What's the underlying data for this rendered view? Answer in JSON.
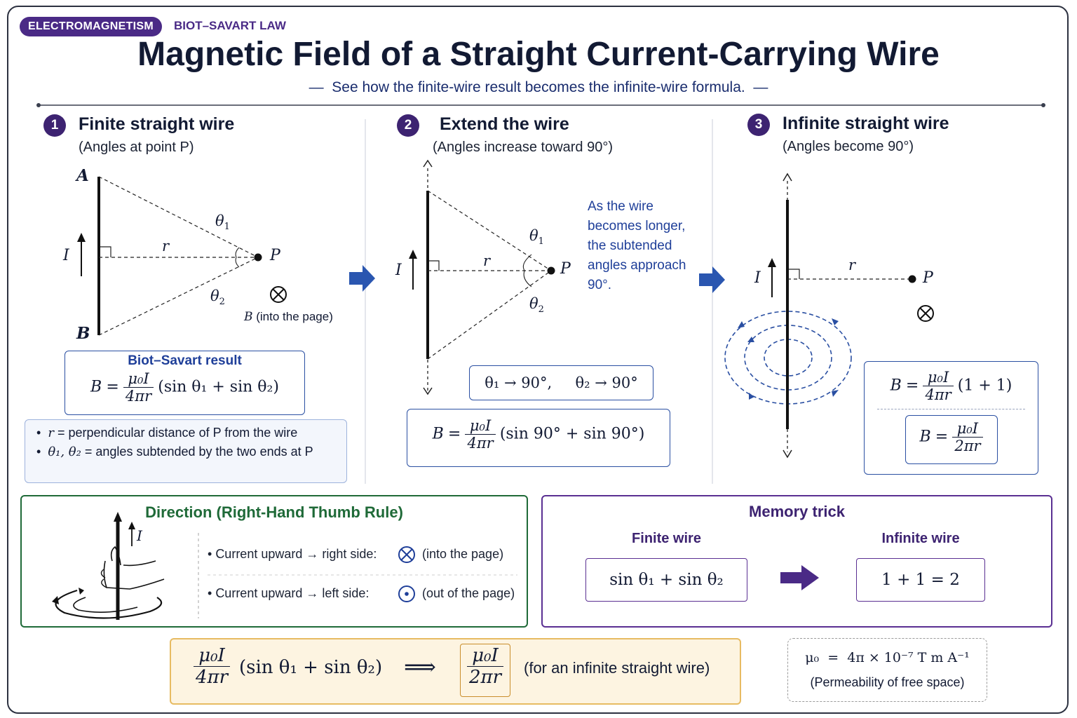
{
  "header": {
    "tag": "ELECTROMAGNETISM",
    "subtag": "BIOT–SAVART LAW",
    "title": "Magnetic Field of a Straight Current-Carrying Wire",
    "subtitle": "See how the finite-wire result becomes the infinite-wire formula."
  },
  "step1": {
    "number": "1",
    "heading": "Finite straight wire",
    "subheading": "(Angles at point P)",
    "label_A": "A",
    "label_B": "B",
    "label_I": "I",
    "label_r": "r",
    "label_P": "P",
    "label_theta1": "θ",
    "label_theta2": "θ",
    "sub1": "1",
    "sub2": "2",
    "b_label": "B",
    "b_note": " (into the page)",
    "result_title": "Biot–Savart result",
    "formula_B": "B",
    "formula_eq": "=",
    "formula_num": "μ₀I",
    "formula_den": "4πr",
    "formula_paren": "(sin θ₁ + sin θ₂)",
    "note1_var": "r",
    "note1_text": "= perpendicular distance of P from the wire",
    "note2_var": "θ₁, θ₂",
    "note2_text": "= angles subtended by the two ends at P"
  },
  "step2": {
    "number": "2",
    "heading": "Extend the wire",
    "subheading": "(Angles increase toward 90°)",
    "label_I": "I",
    "label_r": "r",
    "label_P": "P",
    "note": "As the wire becomes longer, the subtended angles approach 90°.",
    "limit_text": "θ₁ → 90°,     θ₂ → 90°",
    "formula_B": "B",
    "formula_eq": "=",
    "formula_num": "μ₀I",
    "formula_den": "4πr",
    "formula_paren": "(sin 90° + sin 90°)"
  },
  "step3": {
    "number": "3",
    "heading": "Infinite straight wire",
    "subheading": "(Angles become 90°)",
    "label_I": "I",
    "label_r": "r",
    "label_P": "P",
    "formula1_B": "B",
    "formula1_eq": "=",
    "formula1_num": "μ₀I",
    "formula1_den": "4πr",
    "formula1_paren": "(1 + 1)",
    "formula2_B": "B",
    "formula2_eq": "=",
    "formula2_num": "μ₀I",
    "formula2_den": "2πr"
  },
  "direction": {
    "title": "Direction (Right-Hand Thumb Rule)",
    "label_I": "I",
    "rule1_a": "Current upward",
    "rule1_b": "right side:",
    "rule1_c": "(into the page)",
    "rule2_a": "Current upward",
    "rule2_b": "left side:",
    "rule2_c": "(out of the page)"
  },
  "memory": {
    "title": "Memory trick",
    "finite_label": "Finite wire",
    "infinite_label": "Infinite wire",
    "finite_expr": "sin θ₁ + sin θ₂",
    "infinite_expr": "1 + 1 = 2"
  },
  "summary": {
    "num1": "μ₀I",
    "den1": "4πr",
    "paren": "(sin θ₁ + sin θ₂)",
    "implies": "⟹",
    "num2": "μ₀I",
    "den2": "2πr",
    "note": "(for an infinite straight wire)"
  },
  "constant": {
    "expr": "μ₀  =  4π × 10⁻⁷ T m A⁻¹",
    "note": "(Permeability of free space)"
  },
  "colors": {
    "primary": "#3d2371",
    "blue": "#1f3f99",
    "green": "#1f6a38",
    "orange": "#e7bb62"
  }
}
